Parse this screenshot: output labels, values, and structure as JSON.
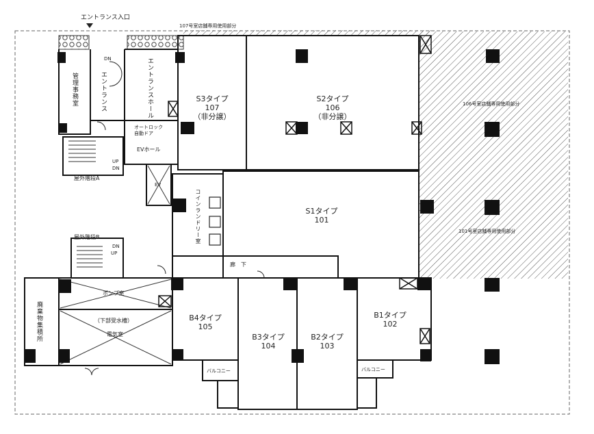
{
  "labels": {
    "entrance_top": "エントランス入口",
    "shop107_strip": "107号室店舗専用使用部分",
    "management": "管理事務室",
    "entrance": "エントランス",
    "entrance_hall": "エントランスホール",
    "autolock": "オートロック",
    "autodoor": "自動ドア",
    "ev_hall": "EVホール",
    "ev": "EV",
    "stairs_a": "屋外階段A",
    "stairs_b": "屋外階段B",
    "up": "UP",
    "dn": "DN",
    "coin_laundry": "コインランドリー室",
    "corridor": "廊　下",
    "pump_room": "ポンプ室",
    "water_tank": "（下部受水槽）",
    "electric_room": "電気室",
    "trash": "廃棄物集積所",
    "shop106_area": "106号室店舗専用使用部分",
    "shop101_area": "101号室店舗専用使用部分",
    "balcony": "バルコニー"
  },
  "units": {
    "s3": {
      "type": "S3タイプ",
      "number": "107",
      "note": "（非分譲）"
    },
    "s2": {
      "type": "S2タイプ",
      "number": "106",
      "note": "（非分譲）"
    },
    "s1": {
      "type": "S1タイプ",
      "number": "101"
    },
    "b4": {
      "type": "B4タイプ",
      "number": "105"
    },
    "b3": {
      "type": "B3タイプ",
      "number": "104"
    },
    "b2": {
      "type": "B2タイプ",
      "number": "103"
    },
    "b1": {
      "type": "B1タイプ",
      "number": "102"
    }
  }
}
